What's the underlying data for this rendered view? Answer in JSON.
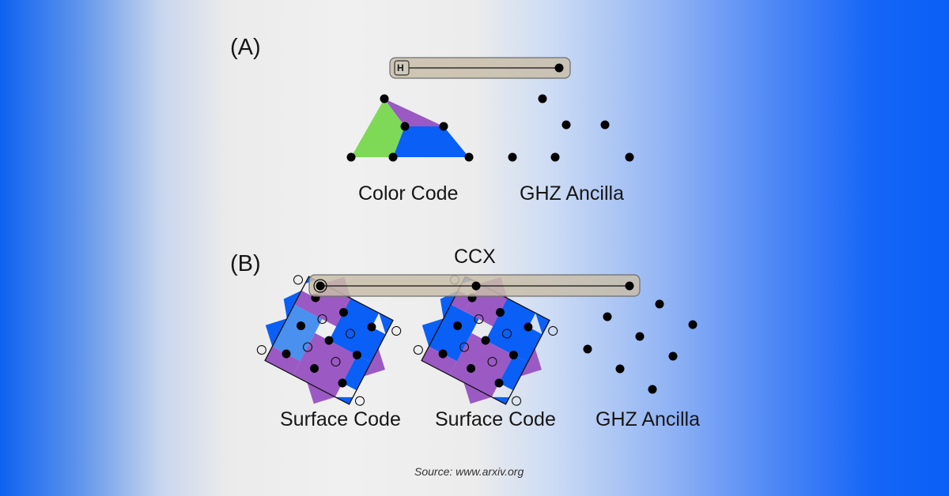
{
  "panels": {
    "a_label": "(A)",
    "b_label": "(B)"
  },
  "panel_a": {
    "gate_label": "H",
    "color_code_caption": "Color Code",
    "ghz_caption": "GHZ Ancilla"
  },
  "panel_b": {
    "gate_label": "CCX",
    "surface_code_caption_1": "Surface Code",
    "surface_code_caption_2": "Surface Code",
    "ghz_caption": "GHZ Ancilla"
  },
  "footer": {
    "source": "Source: www.arxiv.org"
  },
  "colors": {
    "green_face": "#7ed957",
    "purple_face": "#9b59c4",
    "blue_face": "#0a5ff6",
    "light_blue_face": "#4a90ee",
    "gate_bar": "#c8bda9",
    "qubit": "#000000"
  }
}
